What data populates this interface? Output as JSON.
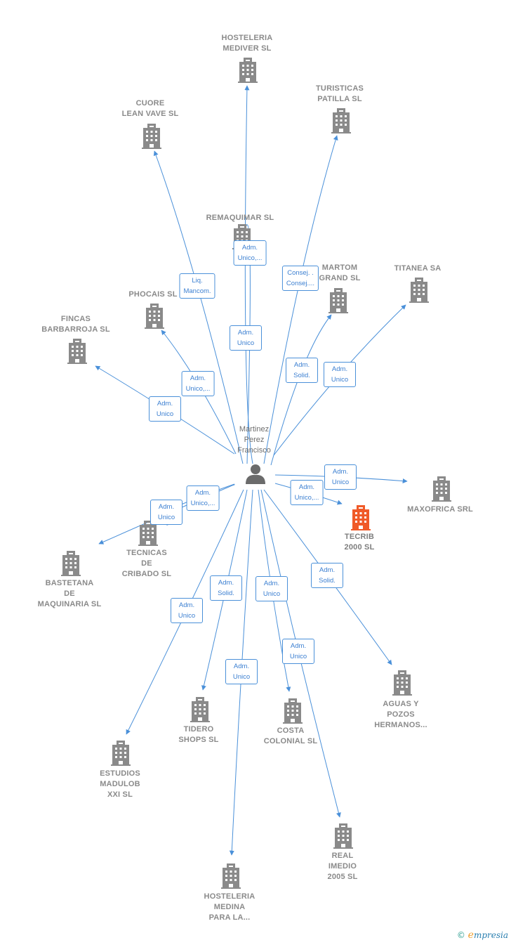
{
  "colors": {
    "edge": "#4a90d9",
    "building": "#8a8a8a",
    "building_highlight": "#f05a28",
    "person": "#6b6b6b"
  },
  "person": {
    "label": "Martinez\nPerez\nFrancisco",
    "icon": "person-icon"
  },
  "companies": [
    {
      "id": "hosteleria-mediver",
      "label": "HOSTELERIA\nMEDIVER SL"
    },
    {
      "id": "turisticas-patilla",
      "label": "TURISTICAS\nPATILLA  SL"
    },
    {
      "id": "cuore-lean-vave",
      "label": "CUORE\nLEAN VAVE  SL"
    },
    {
      "id": "remaquimar",
      "label": "REMAQUIMAR SL"
    },
    {
      "id": "martom-grand",
      "label": "MARTOM\nGRAND  SL"
    },
    {
      "id": "titanea",
      "label": "TITANEA SA"
    },
    {
      "id": "phocais",
      "label": "PHOCAIS  SL"
    },
    {
      "id": "fincas-barbarroja",
      "label": "FINCAS\nBARBARROJA SL"
    },
    {
      "id": "maxofrica",
      "label": "MAXOFRICA SRL"
    },
    {
      "id": "tecrib-2000",
      "label": "TECRIB\n2000  SL",
      "highlight": true
    },
    {
      "id": "tecnicas-cribado",
      "label": "TECNICAS\nDE\nCRIBADO  SL"
    },
    {
      "id": "bastetana-maquinaria",
      "label": "BASTETANA\nDE\nMAQUINARIA SL"
    },
    {
      "id": "aguas-pozos",
      "label": "AGUAS Y\nPOZOS\nHERMANOS..."
    },
    {
      "id": "tidero-shops",
      "label": "TIDERO\nSHOPS  SL"
    },
    {
      "id": "costa-colonial",
      "label": "COSTA\nCOLONIAL  SL"
    },
    {
      "id": "estudios-madulob",
      "label": "ESTUDIOS\nMADULOB\nXXI SL"
    },
    {
      "id": "real-imedio",
      "label": "REAL\nIMEDIO\n2005 SL"
    },
    {
      "id": "hosteleria-medina",
      "label": "HOSTELERIA\nMEDINA\nPARA LA..."
    }
  ],
  "relations": [
    {
      "target": "hosteleria-mediver",
      "label": "Adm.\nUnico"
    },
    {
      "target": "turisticas-patilla",
      "label": "Consej. .\nConsej...."
    },
    {
      "target": "cuore-lean-vave",
      "label": "Liq.\nMancom."
    },
    {
      "target": "remaquimar",
      "label": "Adm.\nUnico,..."
    },
    {
      "target": "martom-grand",
      "label": "Adm.\nSolid."
    },
    {
      "target": "titanea",
      "label": "Adm.\nUnico"
    },
    {
      "target": "phocais",
      "label": "Adm.\nUnico,..."
    },
    {
      "target": "fincas-barbarroja",
      "label": "Adm.\nUnico"
    },
    {
      "target": "maxofrica",
      "label": "Adm.\nUnico"
    },
    {
      "target": "tecrib-2000",
      "label": "Adm.\nUnico,..."
    },
    {
      "target": "tecnicas-cribado",
      "label": "Adm.\nUnico"
    },
    {
      "target": "bastetana-maquinaria",
      "label": "Adm.\nUnico,..."
    },
    {
      "target": "aguas-pozos",
      "label": "Adm.\nSolid."
    },
    {
      "target": "tidero-shops",
      "label": "Adm.\nSolid."
    },
    {
      "target": "costa-colonial",
      "label": "Adm.\nUnico"
    },
    {
      "target": "estudios-madulob",
      "label": "Adm.\nUnico"
    },
    {
      "target": "real-imedio",
      "label": "Adm.\nUnico"
    },
    {
      "target": "hosteleria-medina",
      "label": "Adm.\nUnico"
    }
  ],
  "footer": {
    "copyright": "©",
    "brand_initial": "e",
    "brand_rest": "mpresia"
  }
}
